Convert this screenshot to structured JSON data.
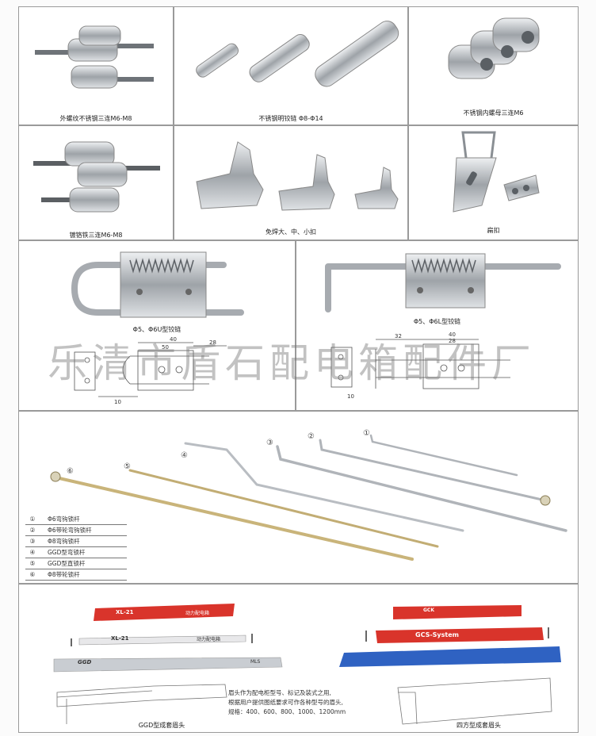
{
  "products": {
    "p1": {
      "caption": "外螺纹不锈钢三连M6-M8"
    },
    "p2": {
      "caption": "不锈钢明铰链 Φ8-Φ14"
    },
    "p3": {
      "caption": "不锈钢内螺母三连M6"
    },
    "p4": {
      "caption": "镀铬铁三连M6-M8"
    },
    "p5": {
      "caption": "免焊大、中、小扣"
    },
    "p6": {
      "caption": "扁扣"
    },
    "p7": {
      "caption": "Φ5、Φ6U型铰链"
    },
    "p8": {
      "caption": "Φ5、Φ6L型铰链"
    }
  },
  "dims": {
    "u": {
      "d1": "40",
      "d2": "28",
      "d3": "50",
      "d4": "10"
    },
    "l": {
      "d1": "32",
      "d2": "40",
      "d3": "28",
      "d4": "10"
    }
  },
  "watermark": "乐清市盾石配电箱配件厂",
  "rods": {
    "markers": [
      "①",
      "②",
      "③",
      "④",
      "⑤",
      "⑥"
    ],
    "legend": [
      {
        "num": "①",
        "text": "Φ6弯钩锁杆"
      },
      {
        "num": "②",
        "text": "Φ6带轮弯钩锁杆"
      },
      {
        "num": "③",
        "text": "Φ8弯钩锁杆"
      },
      {
        "num": "④",
        "text": "GGD型弯锁杆"
      },
      {
        "num": "⑤",
        "text": "GGD型直锁杆"
      },
      {
        "num": "⑥",
        "text": "Φ8带轮锁杆"
      }
    ]
  },
  "strips": {
    "s1": {
      "model": "XL-21",
      "label": "动力配电箱"
    },
    "s2": {
      "model": "XL-21",
      "label": "动力配电箱"
    },
    "s3": {
      "model": "GGD",
      "label": "MLS"
    },
    "s4": {
      "model": "GCK"
    },
    "s5": {
      "model": "GCS-System"
    },
    "ggd_caption": "GGD型成套眉头",
    "square_caption": "四方型成套眉头",
    "description": [
      "眉头作为配电柜型号、标记及装式之用,",
      "根据用户提供图纸要求可作各种型号的眉头,",
      "规格：400、600、800、1000、1200mm"
    ]
  },
  "colors": {
    "steel": "#b9bdc2",
    "red": "#d9342b",
    "blue": "#2f62c2",
    "brass": "#c7a24a"
  }
}
